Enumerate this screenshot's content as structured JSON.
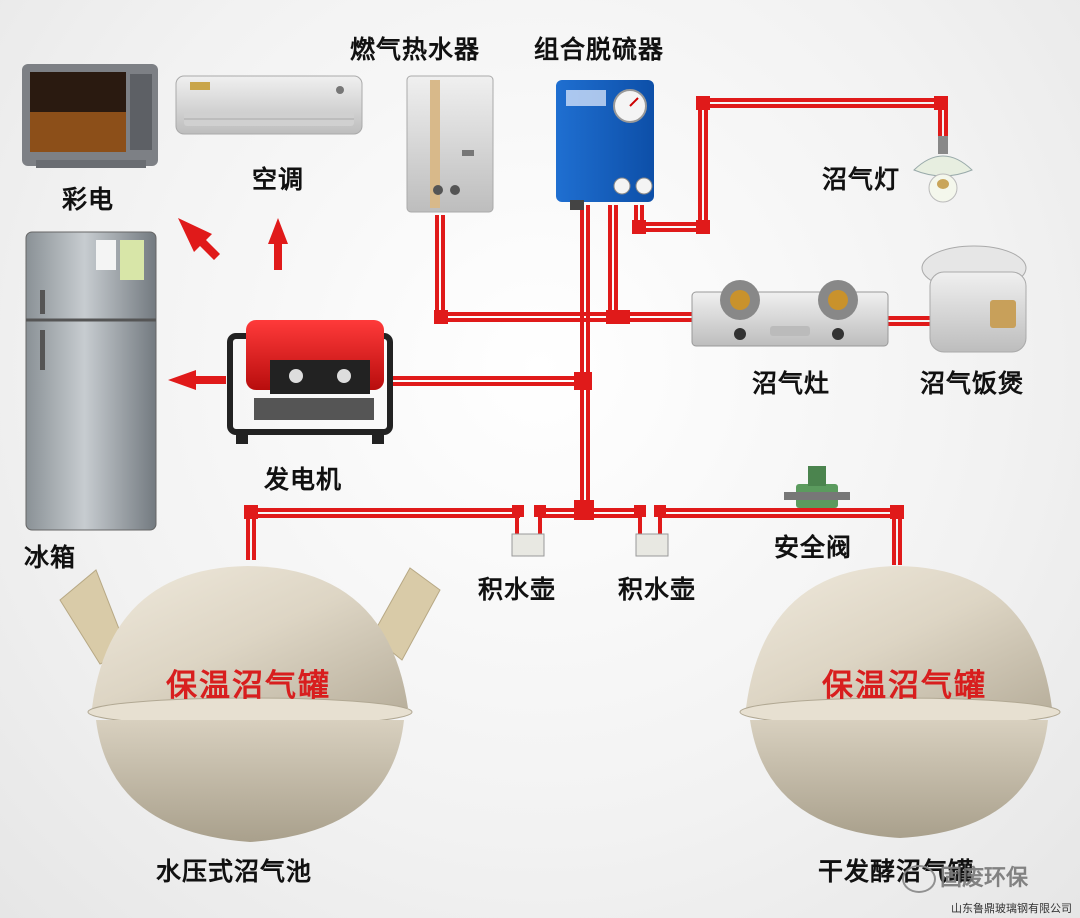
{
  "labels": {
    "tv": "彩电",
    "aircon": "空调",
    "water_heater": "燃气热水器",
    "desulfurizer": "组合脱硫器",
    "lamp": "沼气灯",
    "fridge": "冰箱",
    "generator": "发电机",
    "stove": "沼气灶",
    "rice_cooker": "沼气饭煲",
    "trap_left": "积水壶",
    "trap_right": "积水壶",
    "safety_valve": "安全阀",
    "tank_left_text": "保温沼气罐",
    "tank_right_text": "保温沼气罐",
    "tank_left_caption": "水压式沼气池",
    "tank_right_caption": "干发酵沼气罐"
  },
  "watermark": "固废环保",
  "footer": "山东鲁鼎玻璃钢有限公司",
  "colors": {
    "pipe": "#e01a1a",
    "tank": "#ddd6c6",
    "label_text": "#111111",
    "tank_text": "#d81e1e"
  }
}
